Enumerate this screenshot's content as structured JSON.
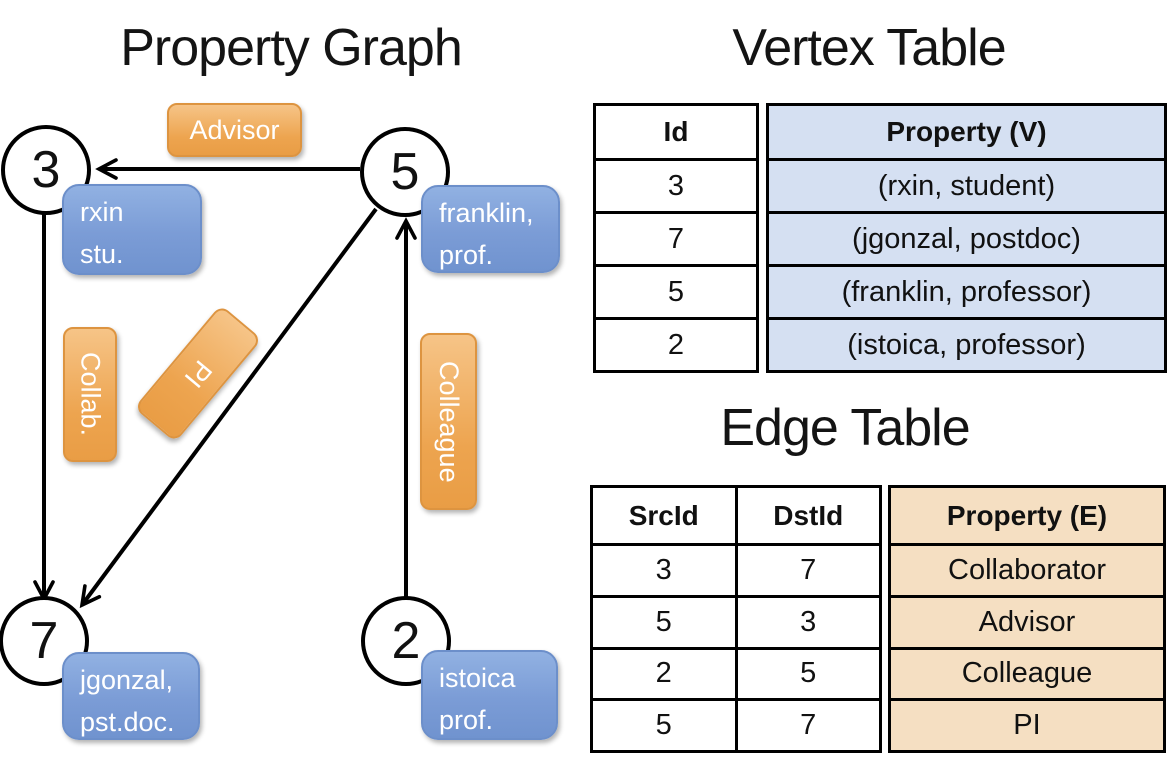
{
  "graph": {
    "title": "Property Graph",
    "nodes": [
      {
        "id": "3",
        "line1": "rxin",
        "line2": "stu."
      },
      {
        "id": "5",
        "line1": "franklin,",
        "line2": "prof."
      },
      {
        "id": "7",
        "line1": "jgonzal,",
        "line2": "pst.doc."
      },
      {
        "id": "2",
        "line1": "istoica",
        "line2": "prof."
      }
    ],
    "edge_labels": {
      "advisor": "Advisor",
      "collab": "Collab.",
      "pi": "PI",
      "colleague": "Colleague"
    },
    "edges": [
      {
        "from": "5",
        "to": "3",
        "label": "Advisor"
      },
      {
        "from": "3",
        "to": "7",
        "label": "Collab."
      },
      {
        "from": "5",
        "to": "7",
        "label": "PI"
      },
      {
        "from": "2",
        "to": "5",
        "label": "Colleague"
      }
    ]
  },
  "vertex_table": {
    "title": "Vertex Table",
    "columns": [
      "Id",
      "Property (V)"
    ],
    "rows": [
      [
        "3",
        "(rxin, student)"
      ],
      [
        "7",
        "(jgonzal, postdoc)"
      ],
      [
        "5",
        "(franklin, professor)"
      ],
      [
        "2",
        "(istoica, professor)"
      ]
    ]
  },
  "edge_table": {
    "title": "Edge Table",
    "columns": [
      "SrcId",
      "DstId",
      "Property (E)"
    ],
    "rows": [
      [
        "3",
        "7",
        "Collaborator"
      ],
      [
        "5",
        "3",
        "Advisor"
      ],
      [
        "2",
        "5",
        "Colleague"
      ],
      [
        "5",
        "7",
        "PI"
      ]
    ]
  },
  "colors": {
    "edge_label_fill": "#eda44f",
    "edge_label_border": "#dd9440",
    "vertex_label_fill": "#7b9cd6",
    "vertex_label_border": "#6c8fca",
    "vertex_table_property_fill": "#d5e0f2",
    "edge_table_property_fill": "#f5dfc2",
    "line_color": "#000000",
    "text_on_labels": "#ffffff"
  }
}
